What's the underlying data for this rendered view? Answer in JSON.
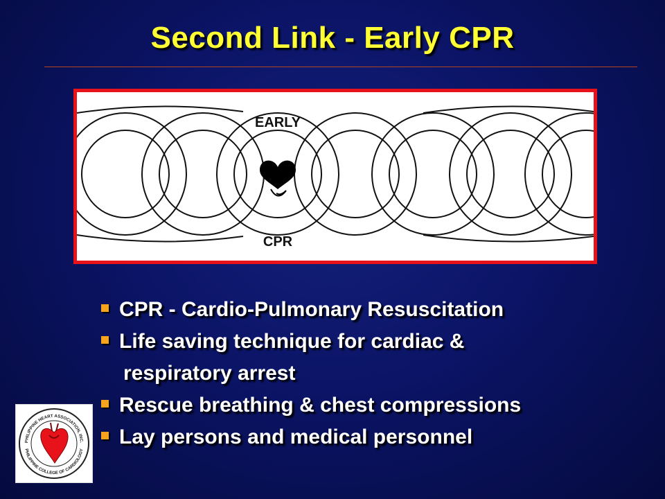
{
  "slide": {
    "title": "Second Link - Early CPR",
    "illustration": {
      "top_label": "EARLY",
      "bottom_label": "CPR",
      "icon": "heart-icon"
    },
    "bullets": [
      {
        "text": "CPR - Cardio-Pulmonary Resuscitation",
        "continuation": false
      },
      {
        "text": "Life saving technique for cardiac &",
        "continuation": false
      },
      {
        "text": "respiratory arrest",
        "continuation": true
      },
      {
        "text": "Rescue breathing & chest compressions",
        "continuation": false
      },
      {
        "text": "Lay persons and medical personnel",
        "continuation": false
      }
    ],
    "logo": {
      "top_text": "PHILIPPINE HEART ASSOCIATION, INC.",
      "bottom_text": "PHILIPPINE COLLEGE OF CARDIOLOGY"
    }
  },
  "colors": {
    "title": "#ffff33",
    "bullet_marker": "#f7a41c",
    "frame_border": "#e8121a",
    "background": "#0b1466"
  }
}
